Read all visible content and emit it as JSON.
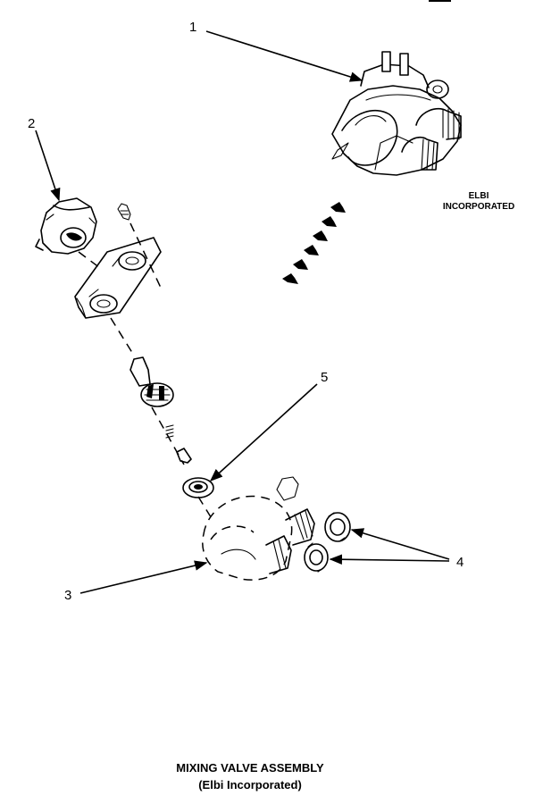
{
  "diagram": {
    "callouts": [
      "1",
      "2",
      "3",
      "4",
      "5"
    ],
    "manufacturer_note": [
      "ELBI",
      "INCORPORATED"
    ],
    "caption_title": "MIXING VALVE ASSEMBLY",
    "caption_subtitle": "(Elbi Incorporated)"
  }
}
